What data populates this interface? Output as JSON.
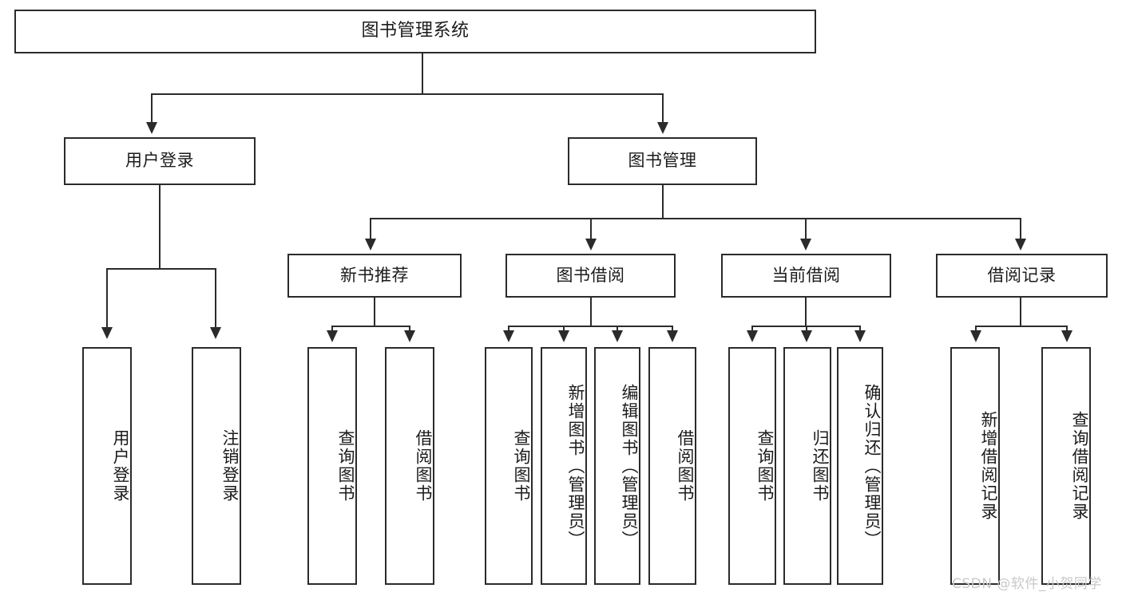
{
  "diagram": {
    "title": "图书管理系统",
    "watermark": "CSDN @软件_小贺同学",
    "accent_color": "#2b2b2b",
    "background_color": "#ffffff"
  },
  "root": {
    "label": "图书管理系统"
  },
  "level2": [
    {
      "label": "用户登录"
    },
    {
      "label": "图书管理"
    }
  ],
  "level3": [
    {
      "label": "新书推荐"
    },
    {
      "label": "图书借阅"
    },
    {
      "label": "当前借阅"
    },
    {
      "label": "借阅记录"
    }
  ],
  "leaves": {
    "user_login": [
      {
        "label": "用户登录"
      },
      {
        "label": "注销登录"
      }
    ],
    "new_book": [
      {
        "label": "查询图书"
      },
      {
        "label": "借阅图书"
      }
    ],
    "book_borrow": [
      {
        "label": "查询图书"
      },
      {
        "label": "新增图书（管理员）"
      },
      {
        "label": "编辑图书（管理员）"
      },
      {
        "label": "借阅图书"
      }
    ],
    "current_borrow": [
      {
        "label": "查询图书"
      },
      {
        "label": "归还图书"
      },
      {
        "label": "确认归还（管理员）"
      }
    ],
    "borrow_record": [
      {
        "label": "新增借阅记录"
      },
      {
        "label": "查询借阅记录"
      }
    ]
  }
}
